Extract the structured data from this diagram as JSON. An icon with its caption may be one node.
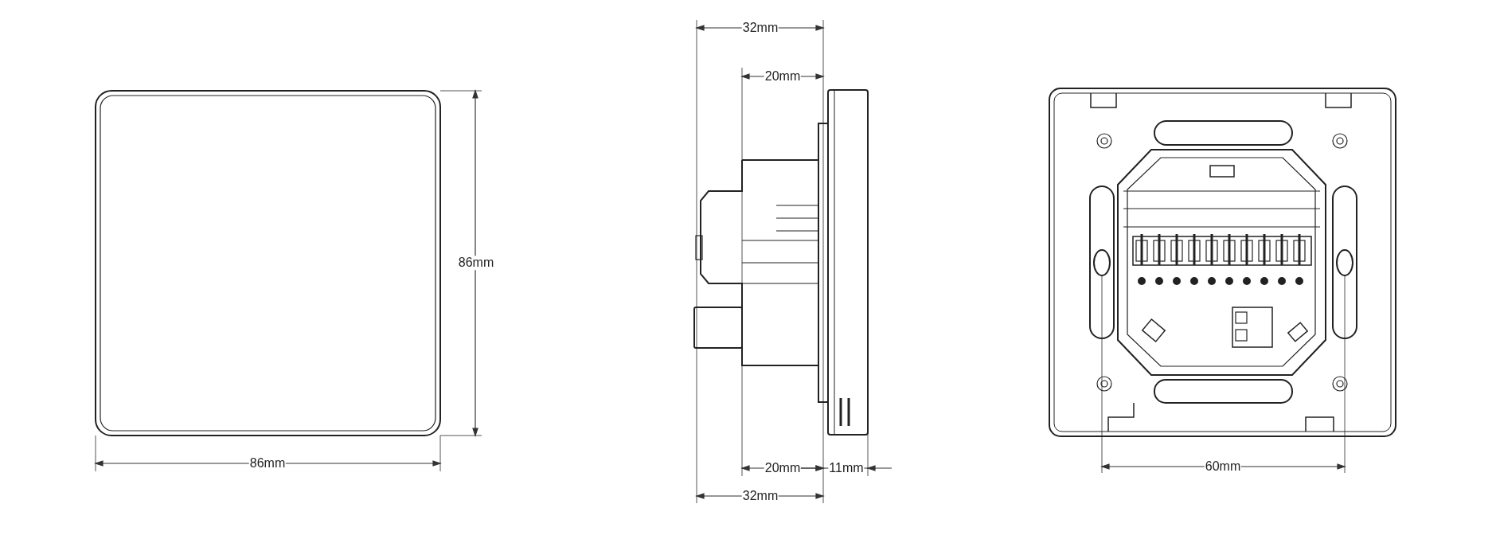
{
  "diagram": {
    "labels": [
      "32mm",
      "20mm",
      "86mm",
      "86mm",
      "20mm",
      "11mm",
      "32mm",
      "60mm"
    ]
  }
}
